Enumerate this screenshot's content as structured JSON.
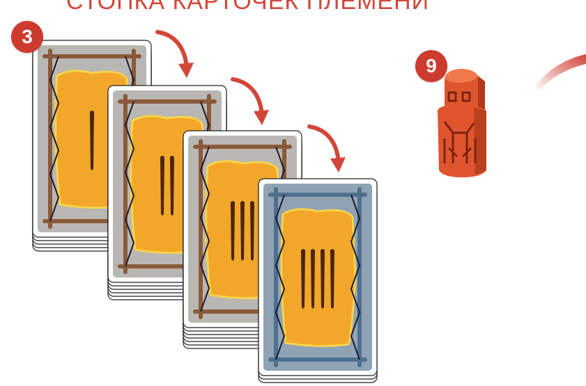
{
  "title": "СТОПКА КАРТОЧЕК ПЛЕМЕНИ",
  "badges": {
    "stack_count": "3",
    "token_count": "9"
  },
  "cards": [
    {
      "marks": 1,
      "frame_color": "#8a5a3a",
      "background_color": "#b9b7b3",
      "layers": 4
    },
    {
      "marks": 2,
      "frame_color": "#8a5a3a",
      "background_color": "#b9b7b3",
      "layers": 5
    },
    {
      "marks": 3,
      "frame_color": "#8a5a3a",
      "background_color": "#b9b7b3",
      "layers": 6
    },
    {
      "marks": 4,
      "frame_color": "#4f6f8f",
      "background_color": "#8fa3b5",
      "layers": 2
    }
  ],
  "colors": {
    "accent_red": "#d2463a",
    "parchment": "#f2a72a",
    "mark": "#4a2514",
    "token": "#e0552d"
  },
  "icons": {
    "arrows": [
      "curved-arrow-icon",
      "curved-arrow-icon",
      "curved-arrow-icon"
    ],
    "token": "tribe-totem-token-icon",
    "swoosh": "red-swoosh-icon"
  }
}
